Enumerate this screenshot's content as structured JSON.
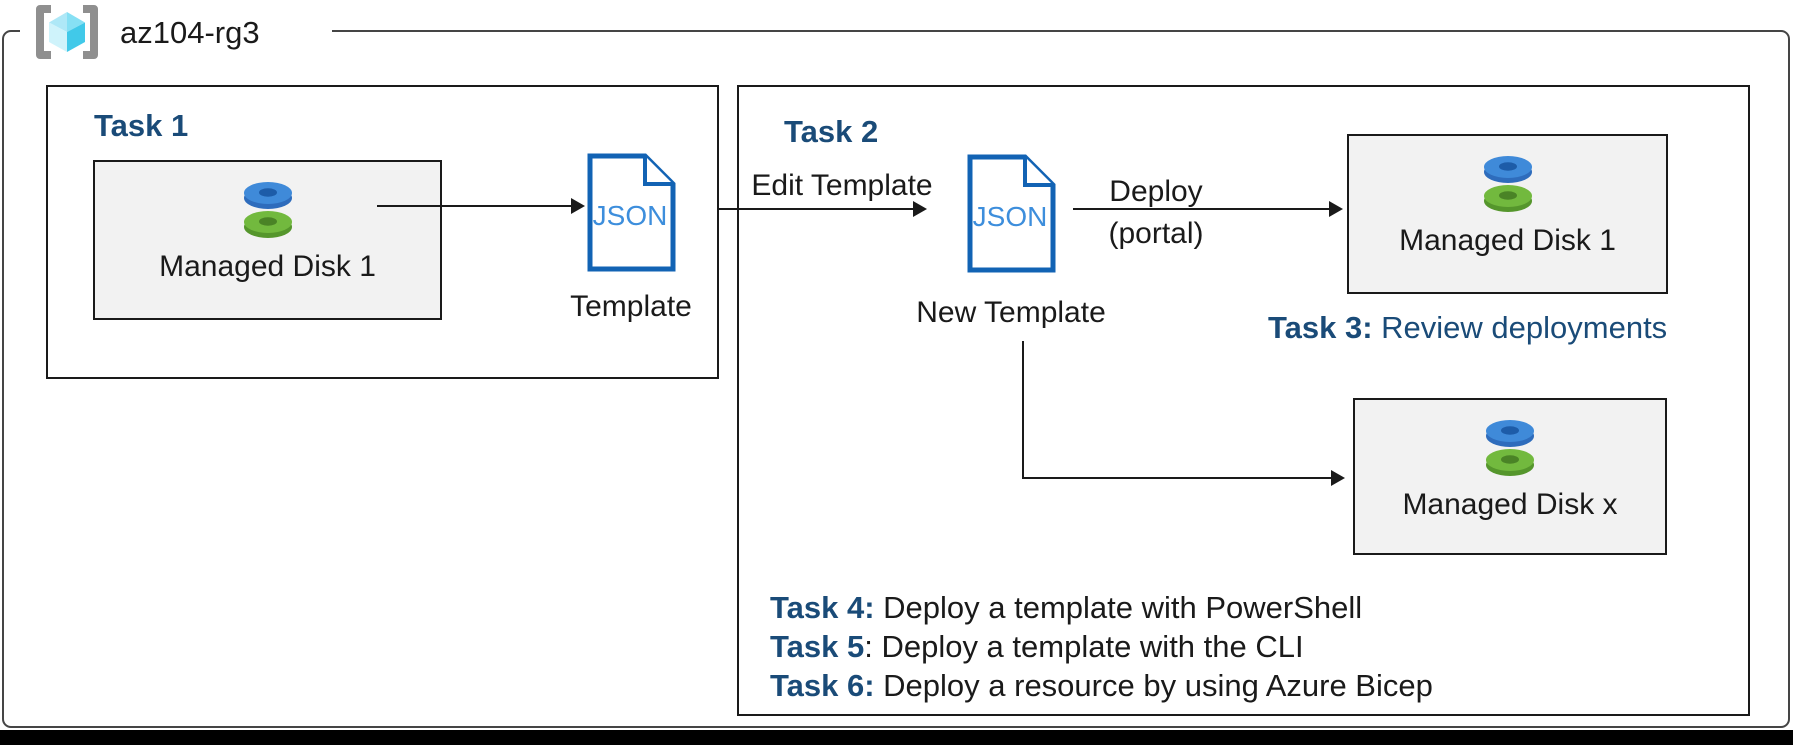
{
  "header": {
    "resource_group_name": "az104-rg3"
  },
  "task1": {
    "title": "Task 1",
    "disk_label": "Managed Disk 1",
    "json_icon_label": "JSON",
    "template_caption": "Template"
  },
  "task2": {
    "title": "Task 2",
    "edit_template_arrow_label": "Edit Template",
    "json_icon_label": "JSON",
    "new_template_caption": "New Template",
    "deploy_arrow_label": "Deploy",
    "deploy_arrow_sublabel": "(portal)",
    "managed_disk_1_label": "Managed Disk 1",
    "managed_disk_x_label": "Managed Disk x",
    "task3_prefix": "Task 3:",
    "task3_text": " Review deployments",
    "task_notes": [
      {
        "prefix": "Task 4:",
        "text": " Deploy a template with PowerShell"
      },
      {
        "prefix": "Task 5",
        "text": ": Deploy a template with the CLI"
      },
      {
        "prefix": "Task 6:",
        "text": " Deploy a resource by using Azure Bicep"
      }
    ]
  },
  "colors": {
    "task_heading": "#1a4b78",
    "json_icon_border": "#1263b4",
    "json_icon_text": "#3d8edc",
    "disk_blue": "#3f8ad9",
    "disk_green": "#72b93e",
    "box_fill": "#f2f2f2",
    "outer_border": "#454545",
    "line": "#1a1a1a"
  }
}
